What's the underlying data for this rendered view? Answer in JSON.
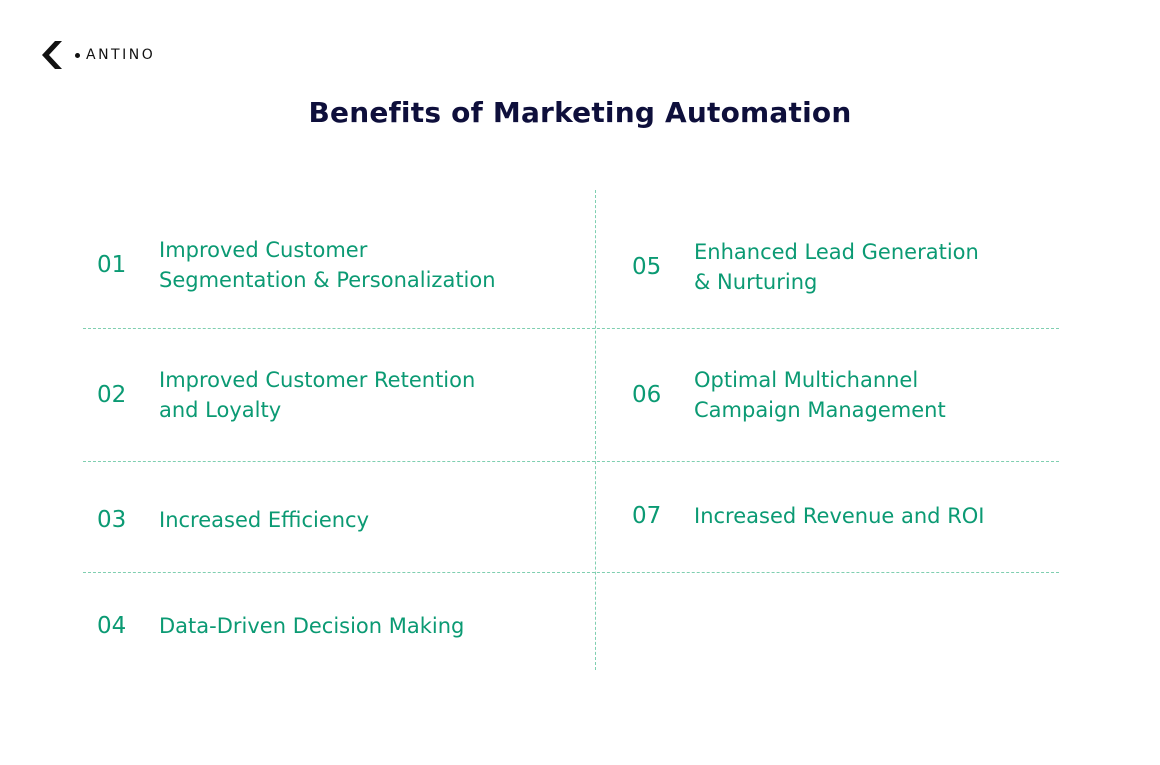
{
  "brand": {
    "name": "ANTINO",
    "logo_icon": "antino-logo-icon"
  },
  "title": "Benefits of Marketing Automation",
  "colors": {
    "title": "#0e0f3b",
    "accent": "#0b9a73",
    "divider": "#7fcfb0"
  },
  "benefits": [
    {
      "number": "01",
      "label": "Improved Customer\nSegmentation & Personalization"
    },
    {
      "number": "02",
      "label": "Improved Customer Retention\nand Loyalty"
    },
    {
      "number": "03",
      "label": "Increased Efficiency"
    },
    {
      "number": "04",
      "label": "Data-Driven Decision Making"
    },
    {
      "number": "05",
      "label": "Enhanced Lead Generation\n& Nurturing"
    },
    {
      "number": "06",
      "label": "Optimal Multichannel\nCampaign Management"
    },
    {
      "number": "07",
      "label": "Increased Revenue and ROI"
    }
  ]
}
